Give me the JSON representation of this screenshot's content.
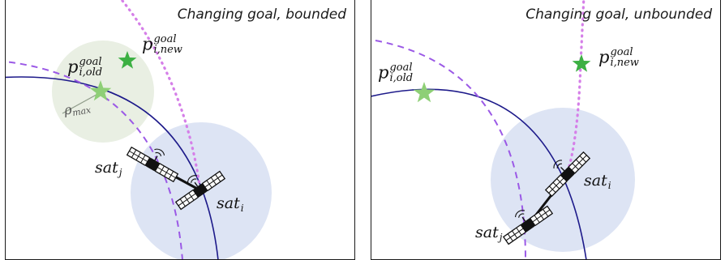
{
  "left_panel": {
    "title": "Changing goal, bounded",
    "goal_new": {
      "base": "p",
      "sup": "goal",
      "sub": "i,new"
    },
    "goal_old": {
      "base": "p",
      "sup": "goal",
      "sub": "i,old"
    },
    "rho": {
      "base": "ρ",
      "sub": "max"
    },
    "sat_j": {
      "base": "sat",
      "sub": "j"
    },
    "sat_i": {
      "base": "sat",
      "sub": "i"
    }
  },
  "right_panel": {
    "title": "Changing goal, unbounded",
    "goal_new": {
      "base": "p",
      "sup": "goal",
      "sub": "i,new"
    },
    "goal_old": {
      "base": "p",
      "sup": "goal",
      "sub": "i,old"
    },
    "sat_i": {
      "base": "sat",
      "sub": "i"
    },
    "sat_j": {
      "base": "sat",
      "sub": "j"
    }
  },
  "colors": {
    "orbit": "#1d1a8a",
    "dashed_orbit": "#9b59e6",
    "dotted_path": "#d57fe8",
    "comm_zone": "#dde4f4",
    "bound_zone": "#e9efe3",
    "star_new": "#3cb043",
    "star_old": "#8ecf76",
    "satellite": "#111111"
  }
}
